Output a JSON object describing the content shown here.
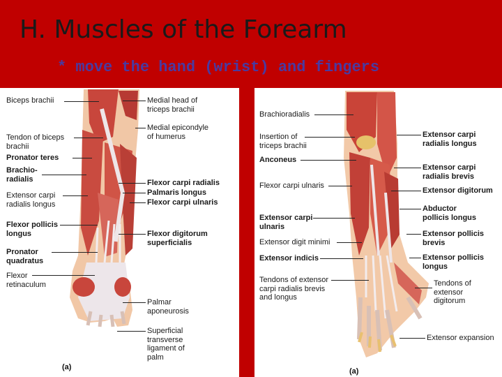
{
  "title": "H. Muscles of the Forearm",
  "subtitle": "* move the hand (wrist) and fingers",
  "left_figure": {
    "tag": "(a)",
    "labels": {
      "biceps_brachii": "Biceps brachii",
      "tendon_of_biceps": "Tendon of biceps\nbrachii",
      "pronator_teres": "Pronator teres",
      "brachioradialis": "Brachio-\nradialis",
      "extensor_carpi_radialis_longus": "Extensor carpi\nradialis longus",
      "flexor_pollicis_longus": "Flexor pollicis\nlongus",
      "pronator_quadratus": "Pronator\nquadratus",
      "flexor_retinaculum": "Flexor\nretinaculum",
      "medial_head_triceps": "Medial head of\ntriceps brachii",
      "medial_epicondyle": "Medial epicondyle\nof humerus",
      "flexor_carpi_radialis": "Flexor carpi radialis",
      "palmaris_longus": "Palmaris longus",
      "flexor_carpi_ulnaris": "Flexor carpi ulnaris",
      "flexor_digitorum_superficialis": "Flexor digitorum\nsuperficialis",
      "palmar_aponeurosis": "Palmar\naponeurosis",
      "superficial_transverse_ligament": "Superficial\ntransverse\nligament of\npalm"
    }
  },
  "right_figure": {
    "tag": "(a)",
    "labels": {
      "brachioradialis": "Brachioradialis",
      "insertion_triceps": "Insertion of\ntriceps brachii",
      "anconeus": "Anconeus",
      "flexor_carpi_ulnaris": "Flexor carpi ulnaris",
      "extensor_carpi_ulnaris": "Extensor carpi\nulnaris",
      "extensor_digiti_minimi": "Extensor digit minimi",
      "extensor_indicis": "Extensor indicis",
      "tendons_extensor_carpi": "Tendons of extensor\ncarpi radialis brevis\nand longus",
      "ext_carpi_rad_longus": "Extensor carpi\nradialis longus",
      "ext_carpi_rad_brevis": "Extensor carpi\nradialis brevis",
      "extensor_digitorum": "Extensor digitorum",
      "abductor_pollicis_longus": "Abductor\npollicis longus",
      "extensor_pollicis_brevis": "Extensor pollicis\nbrevis",
      "extensor_pollicis_longus": "Extensor pollicis\nlongus",
      "tendons_extensor_digitorum": "Tendons of\nextensor\ndigitorum",
      "extensor_expansion": "Extensor expansion"
    }
  },
  "colors": {
    "header": "#c00000",
    "subtitle": "#4a3aa0",
    "muscle": "#c8463c",
    "tendon": "#ece4e6",
    "skin": "#f4c9a8"
  }
}
